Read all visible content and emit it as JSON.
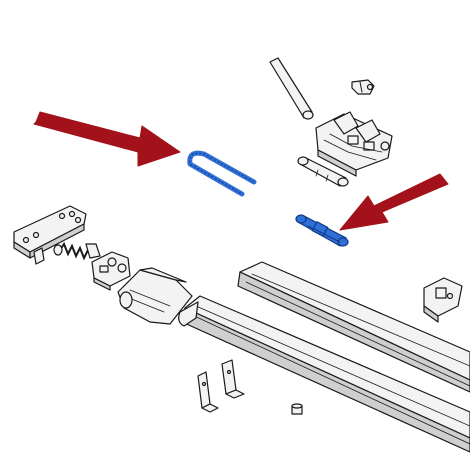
{
  "diagram": {
    "kind": "exploded-parts-view",
    "background": "#ffffff",
    "line_color": "#1a1a1a",
    "part_fill": "#f3f3f3",
    "shadow_fill": "#cfcfcf",
    "highlight_color": "#2f6fd6",
    "highlight_dark": "#123a8a",
    "arrow_color": "#a3121b",
    "highlighted_parts": [
      "u-shaped-cable",
      "connector-pin"
    ],
    "arrows": 2
  }
}
